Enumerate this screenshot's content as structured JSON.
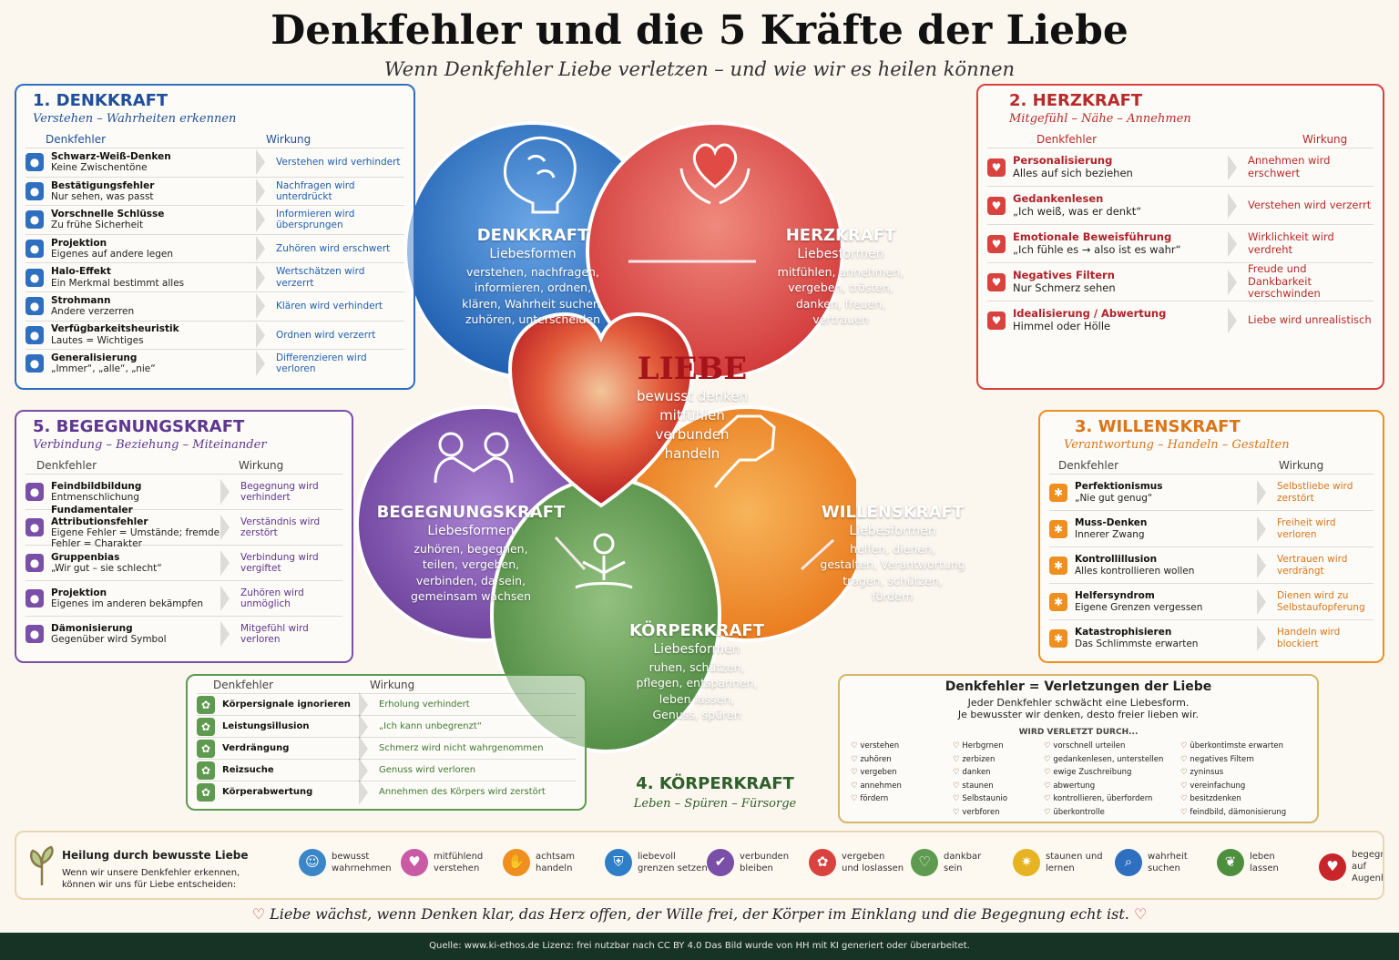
{
  "title": "Denkfehler und die 5 Kräfte der Liebe",
  "subtitle": "Wenn Denkfehler Liebe verletzen – und wie wir es heilen können",
  "colors": {
    "blue": "#2f6fc0",
    "red": "#d8423f",
    "orange": "#ef8f1f",
    "green": "#5e9a4f",
    "purple": "#7a4fa8",
    "heart": "#c8252b"
  },
  "center": {
    "title": "LIEBE",
    "lines": [
      "bewusst denken",
      "mitfühlen",
      "verbunden",
      "handeln"
    ]
  },
  "petals": {
    "denk": {
      "title": "DENKKRAFT",
      "label": "Liebesformen",
      "forms": [
        "verstehen, nachfragen,",
        "informieren, ordnen,",
        "klären, Wahrheit suchen,",
        "zuhören, unterscheiden"
      ],
      "icon": "brain-icon"
    },
    "herz": {
      "title": "HERZKRAFT",
      "label": "Liebesformen",
      "forms": [
        "mitfühlen, annehmen,",
        "vergeben, trösten,",
        "danken, freuen,",
        "vertrauen"
      ],
      "icon": "heart-hands-icon"
    },
    "wille": {
      "title": "WILLENSKRAFT",
      "label": "Liebesformen",
      "forms": [
        "helfen, dienen,",
        "gestalten, Verantwortung",
        "tragen, schützen,",
        "fördern"
      ],
      "icon": "fist-icon"
    },
    "koerper": {
      "title": "KÖRPERKRAFT",
      "label": "Liebesformen",
      "forms": [
        "ruhen, schützen,",
        "pflegen, entspannen,",
        "leben lassen,",
        "Genuss, spüren"
      ],
      "icon": "meditation-icon"
    },
    "begegnung": {
      "title": "BEGEGNUNGSKRAFT",
      "label": "Liebesformen",
      "forms": [
        "zuhören, begegnen,",
        "teilen, vergeben,",
        "verbinden, da sein,",
        "gemeinsam wachsen"
      ],
      "icon": "people-icon"
    }
  },
  "panels": {
    "denk": {
      "title": "1. DENKKRAFT",
      "sub": "Verstehen – Wahrheiten erkennen",
      "col1": "Denkfehler",
      "col2": "Wirkung",
      "rows": [
        {
          "name": "Schwarz-Weiß-Denken",
          "desc": "Keine Zwischentöne",
          "effect": "Verstehen wird verhindert"
        },
        {
          "name": "Bestätigungsfehler",
          "desc": "Nur sehen, was passt",
          "effect": "Nachfragen wird unterdrückt"
        },
        {
          "name": "Vorschnelle Schlüsse",
          "desc": "Zu frühe Sicherheit",
          "effect": "Informieren wird übersprungen"
        },
        {
          "name": "Projektion",
          "desc": "Eigenes auf andere legen",
          "effect": "Zuhören wird erschwert"
        },
        {
          "name": "Halo-Effekt",
          "desc": "Ein Merkmal bestimmt alles",
          "effect": "Wertschätzen wird verzerrt"
        },
        {
          "name": "Strohmann",
          "desc": "Andere verzerren",
          "effect": "Klären wird verhindert"
        },
        {
          "name": "Verfügbarkeitsheuristik",
          "desc": "Lautes = Wichtiges",
          "effect": "Ordnen wird verzerrt"
        },
        {
          "name": "Generalisierung",
          "desc": "„Immer“, „alle“, „nie“",
          "effect": "Differenzieren wird verloren"
        }
      ]
    },
    "herz": {
      "title": "2. HERZKRAFT",
      "sub": "Mitgefühl – Nähe – Annehmen",
      "col1": "Denkfehler",
      "col2": "Wirkung",
      "rows": [
        {
          "name": "Personalisierung",
          "desc": "Alles auf sich beziehen",
          "effect": "Annehmen wird erschwert"
        },
        {
          "name": "Gedankenlesen",
          "desc": "„Ich weiß, was er denkt“",
          "effect": "Verstehen wird verzerrt"
        },
        {
          "name": "Emotionale Beweisführung",
          "desc": "„Ich fühle es → also ist es wahr“",
          "effect": "Wirklichkeit wird verdreht"
        },
        {
          "name": "Negatives Filtern",
          "desc": "Nur Schmerz sehen",
          "effect": "Freude und Dankbarkeit verschwinden"
        },
        {
          "name": "Idealisierung / Abwertung",
          "desc": "Himmel oder Hölle",
          "effect": "Liebe wird unrealistisch"
        }
      ]
    },
    "wille": {
      "title": "3. WILLENSKRAFT",
      "sub": "Verantwortung – Handeln – Gestalten",
      "col1": "Denkfehler",
      "col2": "Wirkung",
      "rows": [
        {
          "name": "Perfektionismus",
          "desc": "„Nie gut genug“",
          "effect": "Selbstliebe wird zerstört"
        },
        {
          "name": "Muss-Denken",
          "desc": "Innerer Zwang",
          "effect": "Freiheit wird verloren"
        },
        {
          "name": "Kontrollillusion",
          "desc": "Alles kontrollieren wollen",
          "effect": "Vertrauen wird verdrängt"
        },
        {
          "name": "Helfersyndrom",
          "desc": "Eigene Grenzen vergessen",
          "effect": "Dienen wird zu Selbstaufopferung"
        },
        {
          "name": "Katastrophisieren",
          "desc": "Das Schlimmste erwarten",
          "effect": "Handeln wird blockiert"
        }
      ]
    },
    "koerper": {
      "title": "4. KÖRPERKRAFT",
      "sub": "Leben – Spüren – Fürsorge",
      "col1": "Denkfehler",
      "col2": "Wirkung",
      "rows": [
        {
          "name": "Körpersignale ignorieren",
          "desc": "",
          "effect": "Erholung verhindert"
        },
        {
          "name": "Leistungsillusion",
          "desc": "",
          "effect": "„Ich kann unbegrenzt“"
        },
        {
          "name": "Verdrängung",
          "desc": "",
          "effect": "Schmerz wird nicht wahrgenommen"
        },
        {
          "name": "Reizsuche",
          "desc": "",
          "effect": "Genuss wird verloren"
        },
        {
          "name": "Körperabwertung",
          "desc": "",
          "effect": "Annehmen des Körpers wird zerstört"
        }
      ]
    },
    "begegnung": {
      "title": "5. BEGEGNUNGSKRAFT",
      "sub": "Verbindung – Beziehung – Miteinander",
      "col1": "Denkfehler",
      "col2": "Wirkung",
      "rows": [
        {
          "name": "Feindbildbildung",
          "desc": "Entmenschlichung",
          "effect": "Begegnung wird verhindert"
        },
        {
          "name": "Fundamentaler Attributionsfehler",
          "desc": "Eigene Fehler = Umstände; fremde Fehler = Charakter",
          "effect": "Verständnis wird zerstört"
        },
        {
          "name": "Gruppenbias",
          "desc": "„Wir gut – sie schlecht“",
          "effect": "Verbindung wird vergiftet"
        },
        {
          "name": "Projektion",
          "desc": "Eigenes im anderen bekämpfen",
          "effect": "Zuhören wird unmöglich"
        },
        {
          "name": "Dämonisierung",
          "desc": "Gegenüber wird Symbol",
          "effect": "Mitgefühl wird verloren"
        }
      ]
    }
  },
  "summary": {
    "title": "Denkfehler = Verletzungen der Liebe",
    "line1": "Jeder Denkfehler schwächt eine Liebesform.",
    "line2": "Je bewusster wir denken, desto freier lieben wir.",
    "mid": "WIRD VERLETZT DURCH...",
    "c1": [
      "verstehen",
      "zuhören",
      "vergeben",
      "annehmen",
      "fördern"
    ],
    "c2": [
      "Herbgrnen",
      "zerbizen",
      "danken",
      "staunen",
      "Selbstaunio",
      "verbforen"
    ],
    "c3": [
      "vorschnell urteilen",
      "gedankenlesen, unterstellen",
      "ewige Zuschreibung",
      "abwertung",
      "kontrollieren, überfordern",
      "überkontrolle"
    ],
    "c4": [
      "überkontimste erwarten",
      "negatives Filtern",
      "zyninsus",
      "vereinfachung",
      "besitzdenken",
      "feindbild, dämonisierung"
    ]
  },
  "healing": {
    "title": "Heilung durch bewusste Liebe",
    "text": [
      "Wenn wir unsere Denkfehler erkennen,",
      "können wir uns für Liebe entscheiden:"
    ],
    "items": [
      {
        "l1": "bewusst",
        "l2": "wahrnehmen",
        "color": "#3a86c8",
        "icon": "person-icon"
      },
      {
        "l1": "mitfühlend",
        "l2": "verstehen",
        "color": "#c95aa5",
        "icon": "heart-icon"
      },
      {
        "l1": "achtsam",
        "l2": "handeln",
        "color": "#ef8f1f",
        "icon": "handshake-icon"
      },
      {
        "l1": "liebevoll",
        "l2": "grenzen setzen",
        "color": "#2f7fc8",
        "icon": "shield-icon"
      },
      {
        "l1": "verbunden",
        "l2": "bleiben",
        "color": "#7a4fa8",
        "icon": "link-icon"
      },
      {
        "l1": "vergeben",
        "l2": "und loslassen",
        "color": "#d8423f",
        "icon": "release-icon"
      },
      {
        "l1": "dankbar",
        "l2": "sein",
        "color": "#5e9a4f",
        "icon": "thanks-icon"
      },
      {
        "l1": "staunen und",
        "l2": "lernen",
        "color": "#e6b422",
        "icon": "bulb-icon"
      },
      {
        "l1": "wahrheit",
        "l2": "suchen",
        "color": "#2f6fc0",
        "icon": "magnifier-icon"
      },
      {
        "l1": "leben",
        "l2": "lassen",
        "color": "#4e8f3e",
        "icon": "leaf-icon"
      },
      {
        "l1": "begegnen auf",
        "l2": "Augenhöhe",
        "color": "#c8252b",
        "icon": "heart-icon"
      }
    ]
  },
  "motto": "Liebe wächst, wenn Denken klar, das Herz offen, der Wille frei, der Körper im Einklang und die Begegnung echt ist.",
  "footer": "Quelle: www.ki-ethos.de Lizenz: frei nutzbar nach CC BY 4.0 Das Bild wurde von HH mit KI generiert oder überarbeitet."
}
